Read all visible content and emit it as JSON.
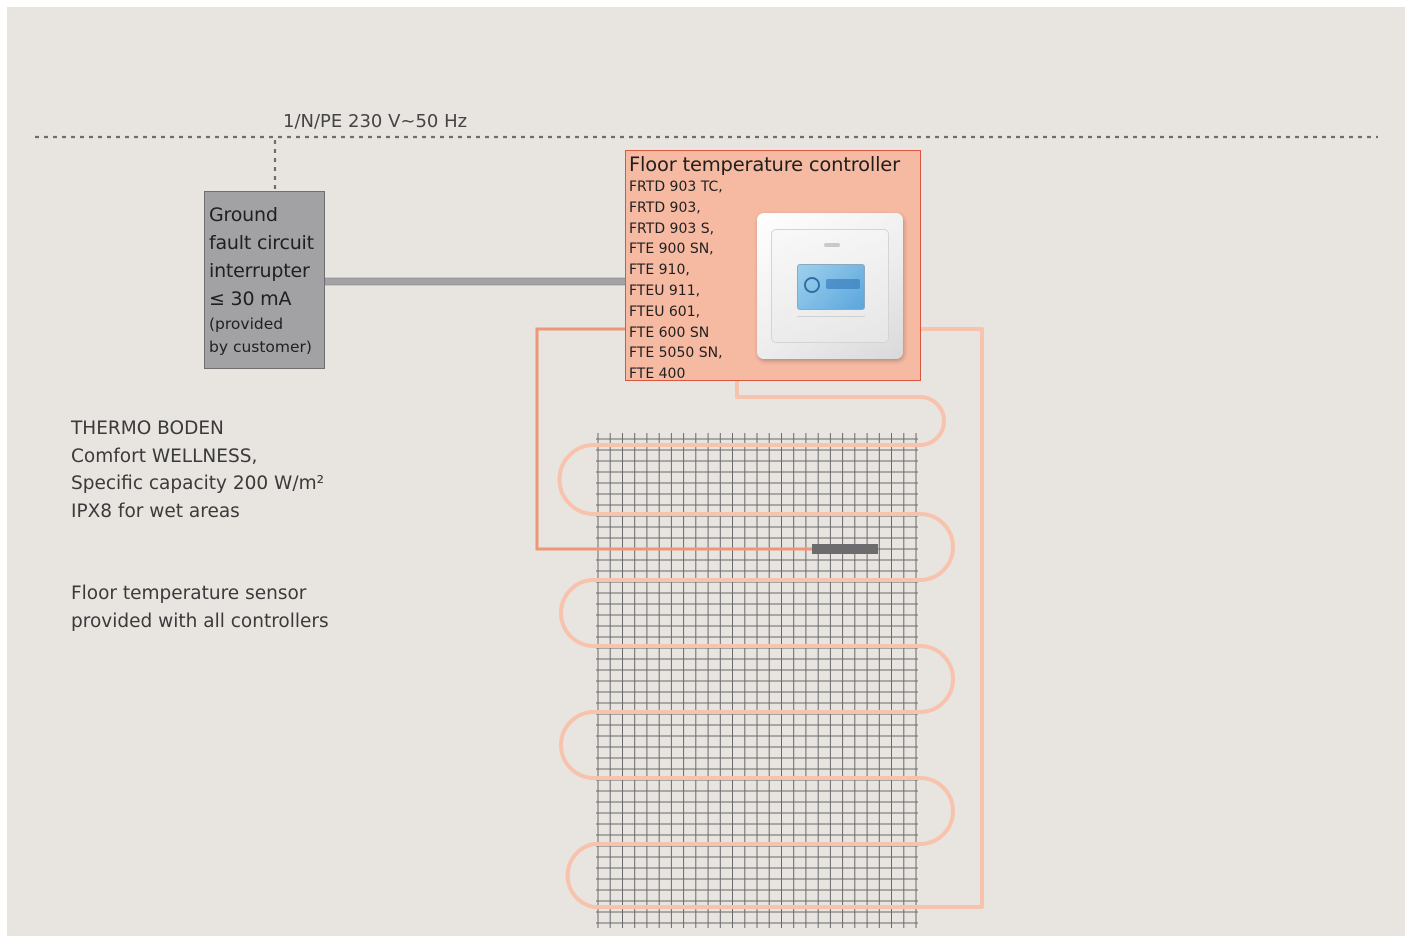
{
  "supply": {
    "label": "1/N/PE 230 V~50 Hz"
  },
  "gfci": {
    "lines": [
      "Ground",
      "fault circuit",
      "interrupter",
      "≤ 30 mA"
    ],
    "note_lines": [
      "(provided",
      "by customer)"
    ]
  },
  "controller": {
    "title": "Floor temperature controller",
    "models": [
      "FRTD 903 TC,",
      "FRTD 903,",
      "FRTD 903 S,",
      "FTE 900 SN,",
      "FTE 910,",
      "FTEU 911,",
      "FTEU 601,",
      "FTE 600 SN",
      "FTE 5050 SN,",
      "FTE 400"
    ]
  },
  "product": {
    "lines": [
      "THERMO BODEN",
      "Comfort WELLNESS,",
      "Specific capacity 200 W/m²",
      "IPX8 for wet areas"
    ]
  },
  "sensor_note": {
    "lines": [
      "Floor temperature sensor",
      "provided with all controllers"
    ]
  },
  "colors": {
    "background": "#e8e4e0",
    "gfci_box": "#a2a2a4",
    "controller_box": "#f6b9a2",
    "controller_border": "#d9573f",
    "heating_cable": "#f7c3ad",
    "sensor_lead": "#ee9677",
    "sensor_probe": "#6c6c6e",
    "mesh": "#6a6a6c",
    "supply_line": "#6d6d6d",
    "connection_cable": "#9b9b9d"
  }
}
